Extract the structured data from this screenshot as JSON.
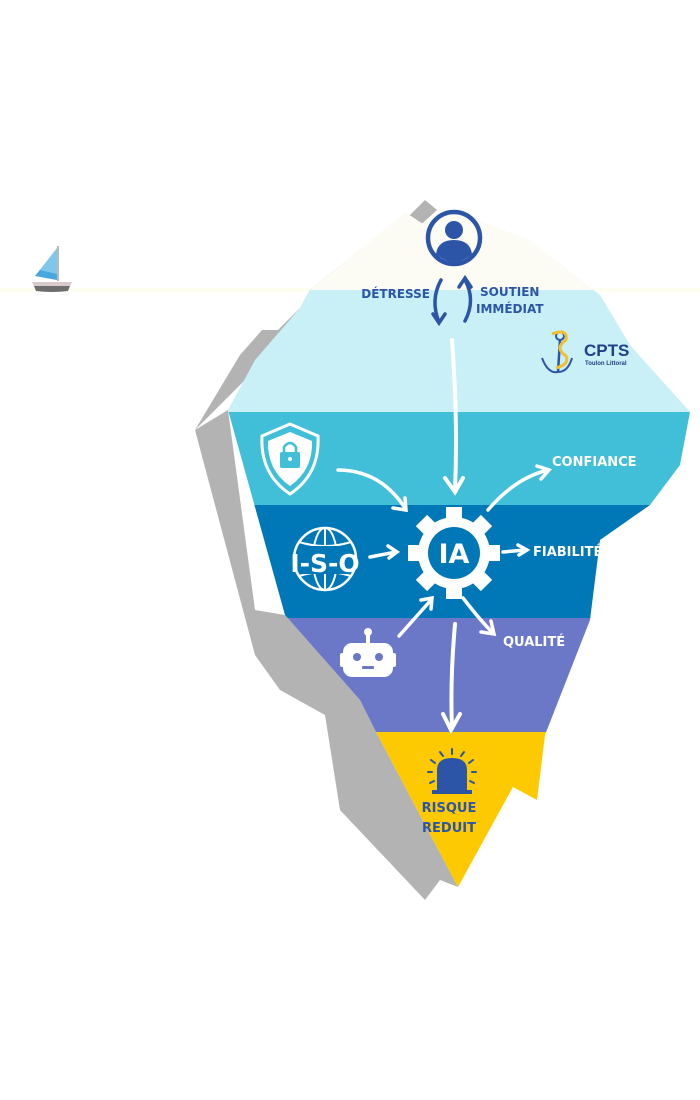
{
  "colors": {
    "sky": "#fefef8",
    "shadow": "#b3b3b3",
    "tip": "#fcfcf5",
    "layer1": "#c9eff7",
    "layer2": "#41bfd8",
    "layer3": "#0077b6",
    "layer4": "#6b78c8",
    "layer5": "#fdc900",
    "navy": "#2c55a8",
    "white": "#ffffff"
  },
  "top": {
    "user_icon": "user-circle-icon",
    "left_label": "DÉTRESSE",
    "right_label_line1": "SOUTIEN",
    "right_label_line2": "IMMÉDIAT"
  },
  "logo": {
    "title": "CPTS",
    "subtitle": "Toulon Littoral"
  },
  "center": {
    "label": "IA"
  },
  "inputs": [
    {
      "icon": "shield-lock-icon"
    },
    {
      "icon": "iso-globe-icon",
      "text": "I-S-O"
    },
    {
      "icon": "robot-icon"
    }
  ],
  "outputs": [
    {
      "label": "CONFIANCE"
    },
    {
      "label": "FIABILITÉ"
    },
    {
      "label": "QUALITÉ"
    }
  ],
  "bottom": {
    "icon": "alarm-siren-icon",
    "line1": "RISQUE",
    "line2": "REDUIT"
  },
  "boat": {
    "icon": "sailboat-icon"
  }
}
